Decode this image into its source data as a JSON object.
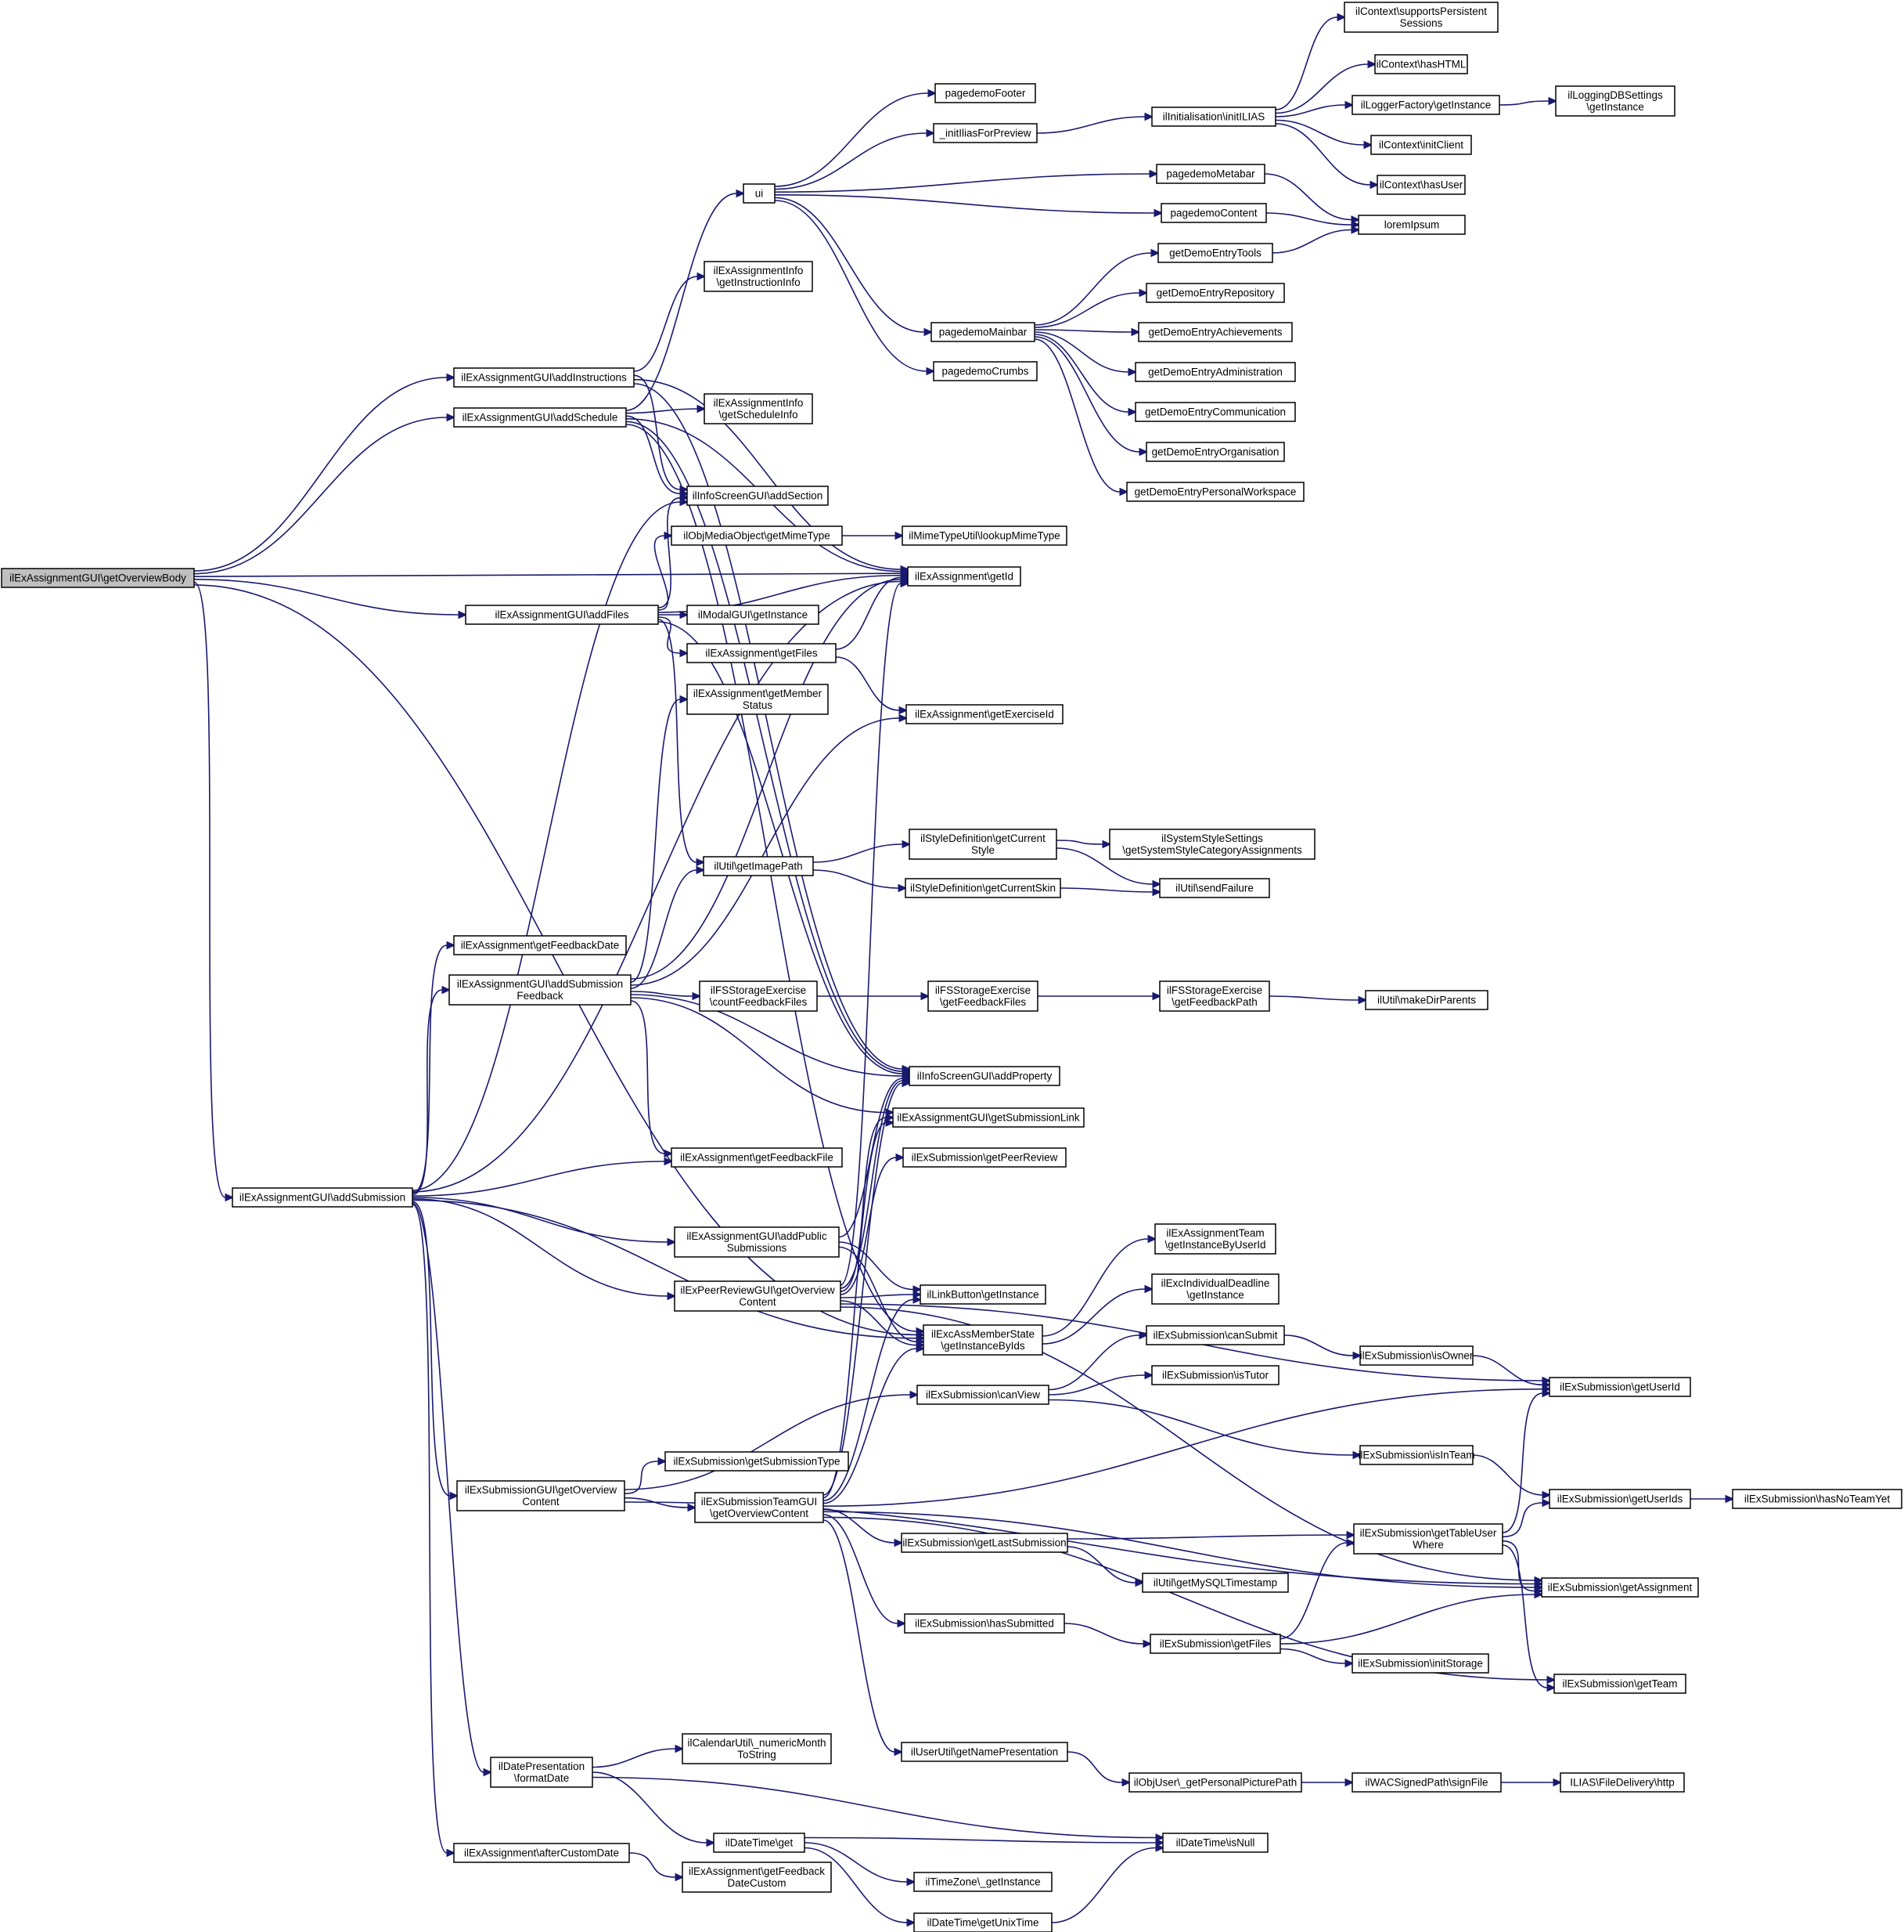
{
  "nodes": [
    {
      "id": "n0",
      "lines": [
        "ilExAssignmentGUI\\getOverviewBody"
      ]
    },
    {
      "id": "n1",
      "lines": [
        "ilExAssignmentGUI\\addFiles"
      ]
    },
    {
      "id": "n2",
      "lines": [
        "ilExAssignmentGUI\\addInstructions"
      ]
    },
    {
      "id": "n3",
      "lines": [
        "ilExAssignmentGUI\\addSchedule"
      ]
    },
    {
      "id": "n4",
      "lines": [
        "ilExAssignmentGUI\\addSubmission"
      ]
    },
    {
      "id": "n5",
      "lines": [
        "ilExAssignment\\getId"
      ]
    },
    {
      "id": "n6",
      "lines": [
        "ilExcAssMemberState",
        "\\getInstanceByIds"
      ]
    },
    {
      "id": "n7",
      "lines": [
        "ilInfoScreenGUI\\addProperty"
      ]
    },
    {
      "id": "n8",
      "lines": [
        "ilInfoScreenGUI\\addSection"
      ]
    },
    {
      "id": "n9",
      "lines": [
        "ilExAssignment\\getFiles"
      ]
    },
    {
      "id": "n10",
      "lines": [
        "ilExAssignment\\getExerciseId"
      ]
    },
    {
      "id": "n11",
      "lines": [
        "ilUtil\\getImagePath"
      ]
    },
    {
      "id": "n12",
      "lines": [
        "ilStyleDefinition\\getCurrent",
        "Style"
      ]
    },
    {
      "id": "n13",
      "lines": [
        "ilStyleDefinition\\getCurrentSkin"
      ]
    },
    {
      "id": "n14",
      "lines": [
        "ilSystemStyleSettings",
        "\\getSystemStyleCategoryAssignments"
      ]
    },
    {
      "id": "n15",
      "lines": [
        "ilUtil\\sendFailure"
      ]
    },
    {
      "id": "n16",
      "lines": [
        "ilModalGUI\\getInstance"
      ]
    },
    {
      "id": "n17",
      "lines": [
        "ilObjMediaObject\\getMimeType"
      ]
    },
    {
      "id": "n18",
      "lines": [
        "ilMimeTypeUtil\\lookupMimeType"
      ]
    },
    {
      "id": "n19",
      "lines": [
        "ui"
      ]
    },
    {
      "id": "n20",
      "lines": [
        "_initIliasForPreview"
      ]
    },
    {
      "id": "n21",
      "lines": [
        "ilInitialisation\\initILIAS"
      ]
    },
    {
      "id": "n22",
      "lines": [
        "ilContext\\supportsPersistent",
        "Sessions"
      ]
    },
    {
      "id": "n23",
      "lines": [
        "ilContext\\hasHTML"
      ]
    },
    {
      "id": "n24",
      "lines": [
        "ilLoggerFactory\\getInstance"
      ]
    },
    {
      "id": "n25",
      "lines": [
        "ilLoggingDBSettings",
        "\\getInstance"
      ]
    },
    {
      "id": "n26",
      "lines": [
        "ilContext\\initClient"
      ]
    },
    {
      "id": "n27",
      "lines": [
        "ilContext\\hasUser"
      ]
    },
    {
      "id": "n28",
      "lines": [
        "pagedemoContent"
      ]
    },
    {
      "id": "n29",
      "lines": [
        "loremIpsum"
      ]
    },
    {
      "id": "n30",
      "lines": [
        "pagedemoCrumbs"
      ]
    },
    {
      "id": "n31",
      "lines": [
        "pagedemoFooter"
      ]
    },
    {
      "id": "n32",
      "lines": [
        "pagedemoMainbar"
      ]
    },
    {
      "id": "n33",
      "lines": [
        "getDemoEntryAchievements"
      ]
    },
    {
      "id": "n34",
      "lines": [
        "getDemoEntryAdministration"
      ]
    },
    {
      "id": "n35",
      "lines": [
        "getDemoEntryCommunication"
      ]
    },
    {
      "id": "n36",
      "lines": [
        "getDemoEntryOrganisation"
      ]
    },
    {
      "id": "n37",
      "lines": [
        "getDemoEntryPersonalWorkspace"
      ]
    },
    {
      "id": "n38",
      "lines": [
        "getDemoEntryRepository"
      ]
    },
    {
      "id": "n39",
      "lines": [
        "getDemoEntryTools"
      ]
    },
    {
      "id": "n40",
      "lines": [
        "pagedemoMetabar"
      ]
    },
    {
      "id": "n41",
      "lines": [
        "ilExAssignmentInfo",
        "\\getInstructionInfo"
      ]
    },
    {
      "id": "n42",
      "lines": [
        "ilExAssignmentInfo",
        "\\getScheduleInfo"
      ]
    },
    {
      "id": "n43",
      "lines": [
        "ilExAssignment\\getMember",
        "Status"
      ]
    },
    {
      "id": "n44",
      "lines": [
        "ilExAssignment\\getFeedbackDate"
      ]
    },
    {
      "id": "n45",
      "lines": [
        "ilExAssignmentGUI\\addSubmission",
        "Feedback"
      ]
    },
    {
      "id": "n46",
      "lines": [
        "ilFSStorageExercise",
        "\\countFeedbackFiles"
      ]
    },
    {
      "id": "n47",
      "lines": [
        "ilFSStorageExercise",
        "\\getFeedbackFiles"
      ]
    },
    {
      "id": "n48",
      "lines": [
        "ilFSStorageExercise",
        "\\getFeedbackPath"
      ]
    },
    {
      "id": "n49",
      "lines": [
        "ilUtil\\makeDirParents"
      ]
    },
    {
      "id": "n50",
      "lines": [
        "ilExAssignmentGUI\\getSubmissionLink"
      ]
    },
    {
      "id": "n51",
      "lines": [
        "ilExAssignment\\getFeedbackFile"
      ]
    },
    {
      "id": "n52",
      "lines": [
        "ilExSubmission\\getPeerReview"
      ]
    },
    {
      "id": "n53",
      "lines": [
        "ilExAssignmentGUI\\addPublic",
        "Submissions"
      ]
    },
    {
      "id": "n54",
      "lines": [
        "ilLinkButton\\getInstance"
      ]
    },
    {
      "id": "n55",
      "lines": [
        "ilExAssignmentTeam",
        "\\getInstanceByUserId"
      ]
    },
    {
      "id": "n56",
      "lines": [
        "ilExcIndividualDeadline",
        "\\getInstance"
      ]
    },
    {
      "id": "n57",
      "lines": [
        "ilExPeerReviewGUI\\getOverview",
        "Content"
      ]
    },
    {
      "id": "n58",
      "lines": [
        "ilExSubmission\\getUserId"
      ]
    },
    {
      "id": "n59",
      "lines": [
        "ilExSubmission\\getAssignment"
      ]
    },
    {
      "id": "n60",
      "lines": [
        "ilExSubmission\\canView"
      ]
    },
    {
      "id": "n61",
      "lines": [
        "ilExSubmission\\canSubmit"
      ]
    },
    {
      "id": "n62",
      "lines": [
        "ilExSubmission\\isOwner"
      ]
    },
    {
      "id": "n63",
      "lines": [
        "ilExSubmission\\isTutor"
      ]
    },
    {
      "id": "n64",
      "lines": [
        "ilExSubmission\\isInTeam"
      ]
    },
    {
      "id": "n65",
      "lines": [
        "ilExSubmission\\getUserIds"
      ]
    },
    {
      "id": "n66",
      "lines": [
        "ilExSubmission\\hasNoTeamYet"
      ]
    },
    {
      "id": "n67",
      "lines": [
        "ilExSubmissionGUI\\getOverview",
        "Content"
      ]
    },
    {
      "id": "n68",
      "lines": [
        "ilExSubmission\\getSubmissionType"
      ]
    },
    {
      "id": "n69",
      "lines": [
        "ilExSubmissionTeamGUI",
        "\\getOverviewContent"
      ]
    },
    {
      "id": "n70",
      "lines": [
        "ilExSubmission\\getLastSubmission"
      ]
    },
    {
      "id": "n71",
      "lines": [
        "ilExSubmission\\getTableUser",
        "Where"
      ]
    },
    {
      "id": "n72",
      "lines": [
        "ilUtil\\getMySQLTimestamp"
      ]
    },
    {
      "id": "n73",
      "lines": [
        "ilExSubmission\\getTeam"
      ]
    },
    {
      "id": "n74",
      "lines": [
        "ilExSubmission\\hasSubmitted"
      ]
    },
    {
      "id": "n75",
      "lines": [
        "ilExSubmission\\getFiles"
      ]
    },
    {
      "id": "n76",
      "lines": [
        "ilExSubmission\\initStorage"
      ]
    },
    {
      "id": "n77",
      "lines": [
        "ilUserUtil\\getNamePresentation"
      ]
    },
    {
      "id": "n78",
      "lines": [
        "ilObjUser\\_getPersonalPicturePath"
      ]
    },
    {
      "id": "n79",
      "lines": [
        "ilWACSignedPath\\signFile"
      ]
    },
    {
      "id": "n80",
      "lines": [
        "ILIAS\\FileDelivery\\http"
      ]
    },
    {
      "id": "n81",
      "lines": [
        "ilDatePresentation",
        "\\formatDate"
      ]
    },
    {
      "id": "n82",
      "lines": [
        "ilCalendarUtil\\_numericMonth",
        "ToString"
      ]
    },
    {
      "id": "n83",
      "lines": [
        "ilDateTime\\get"
      ]
    },
    {
      "id": "n84",
      "lines": [
        "ilDateTime\\isNull"
      ]
    },
    {
      "id": "n85",
      "lines": [
        "ilTimeZone\\_getInstance"
      ]
    },
    {
      "id": "n86",
      "lines": [
        "ilDateTime\\getUnixTime"
      ]
    },
    {
      "id": "n87",
      "lines": [
        "ilExAssignment\\afterCustomDate"
      ]
    },
    {
      "id": "n88",
      "lines": [
        "ilExAssignment\\getFeedback",
        "DateCustom"
      ]
    }
  ],
  "edges": [
    [
      "n0",
      "n1"
    ],
    [
      "n0",
      "n2"
    ],
    [
      "n0",
      "n3"
    ],
    [
      "n0",
      "n4"
    ],
    [
      "n0",
      "n5"
    ],
    [
      "n0",
      "n6"
    ],
    [
      "n1",
      "n5"
    ],
    [
      "n1",
      "n7"
    ],
    [
      "n1",
      "n8"
    ],
    [
      "n1",
      "n9"
    ],
    [
      "n1",
      "n11"
    ],
    [
      "n1",
      "n16"
    ],
    [
      "n1",
      "n17"
    ],
    [
      "n9",
      "n5"
    ],
    [
      "n9",
      "n10"
    ],
    [
      "n11",
      "n12"
    ],
    [
      "n11",
      "n13"
    ],
    [
      "n12",
      "n14"
    ],
    [
      "n12",
      "n15"
    ],
    [
      "n13",
      "n15"
    ],
    [
      "n17",
      "n18"
    ],
    [
      "n2",
      "n5"
    ],
    [
      "n2",
      "n7"
    ],
    [
      "n2",
      "n8"
    ],
    [
      "n2",
      "n41"
    ],
    [
      "n3",
      "n5"
    ],
    [
      "n3",
      "n6"
    ],
    [
      "n3",
      "n7"
    ],
    [
      "n3",
      "n8"
    ],
    [
      "n3",
      "n19"
    ],
    [
      "n3",
      "n42"
    ],
    [
      "n19",
      "n20"
    ],
    [
      "n19",
      "n28"
    ],
    [
      "n19",
      "n30"
    ],
    [
      "n19",
      "n31"
    ],
    [
      "n19",
      "n32"
    ],
    [
      "n19",
      "n40"
    ],
    [
      "n20",
      "n21"
    ],
    [
      "n21",
      "n22"
    ],
    [
      "n21",
      "n23"
    ],
    [
      "n21",
      "n24"
    ],
    [
      "n21",
      "n26"
    ],
    [
      "n21",
      "n27"
    ],
    [
      "n24",
      "n25"
    ],
    [
      "n28",
      "n29"
    ],
    [
      "n40",
      "n29"
    ],
    [
      "n39",
      "n29"
    ],
    [
      "n32",
      "n33"
    ],
    [
      "n32",
      "n34"
    ],
    [
      "n32",
      "n35"
    ],
    [
      "n32",
      "n36"
    ],
    [
      "n32",
      "n37"
    ],
    [
      "n32",
      "n38"
    ],
    [
      "n32",
      "n39"
    ],
    [
      "n4",
      "n5"
    ],
    [
      "n4",
      "n6"
    ],
    [
      "n4",
      "n8"
    ],
    [
      "n4",
      "n44"
    ],
    [
      "n4",
      "n45"
    ],
    [
      "n4",
      "n51"
    ],
    [
      "n4",
      "n53"
    ],
    [
      "n4",
      "n57"
    ],
    [
      "n4",
      "n67"
    ],
    [
      "n4",
      "n81"
    ],
    [
      "n4",
      "n87"
    ],
    [
      "n45",
      "n5"
    ],
    [
      "n45",
      "n7"
    ],
    [
      "n45",
      "n10"
    ],
    [
      "n45",
      "n11"
    ],
    [
      "n45",
      "n43"
    ],
    [
      "n45",
      "n46"
    ],
    [
      "n45",
      "n50"
    ],
    [
      "n45",
      "n51"
    ],
    [
      "n46",
      "n47"
    ],
    [
      "n47",
      "n48"
    ],
    [
      "n48",
      "n49"
    ],
    [
      "n53",
      "n6"
    ],
    [
      "n53",
      "n7"
    ],
    [
      "n53",
      "n54"
    ],
    [
      "n57",
      "n5"
    ],
    [
      "n57",
      "n6"
    ],
    [
      "n57",
      "n7"
    ],
    [
      "n57",
      "n50"
    ],
    [
      "n57",
      "n52"
    ],
    [
      "n57",
      "n54"
    ],
    [
      "n57",
      "n58"
    ],
    [
      "n57",
      "n59"
    ],
    [
      "n6",
      "n55"
    ],
    [
      "n6",
      "n56"
    ],
    [
      "n60",
      "n61"
    ],
    [
      "n60",
      "n63"
    ],
    [
      "n60",
      "n64"
    ],
    [
      "n61",
      "n62"
    ],
    [
      "n62",
      "n58"
    ],
    [
      "n64",
      "n65"
    ],
    [
      "n65",
      "n66"
    ],
    [
      "n67",
      "n59"
    ],
    [
      "n67",
      "n60"
    ],
    [
      "n67",
      "n68"
    ],
    [
      "n67",
      "n69"
    ],
    [
      "n69",
      "n6"
    ],
    [
      "n69",
      "n7"
    ],
    [
      "n69",
      "n50"
    ],
    [
      "n69",
      "n54"
    ],
    [
      "n69",
      "n58"
    ],
    [
      "n69",
      "n59"
    ],
    [
      "n69",
      "n70"
    ],
    [
      "n69",
      "n73"
    ],
    [
      "n69",
      "n74"
    ],
    [
      "n69",
      "n77"
    ],
    [
      "n70",
      "n71"
    ],
    [
      "n70",
      "n72"
    ],
    [
      "n71",
      "n58"
    ],
    [
      "n71",
      "n59"
    ],
    [
      "n71",
      "n65"
    ],
    [
      "n71",
      "n73"
    ],
    [
      "n74",
      "n75"
    ],
    [
      "n75",
      "n59"
    ],
    [
      "n75",
      "n71"
    ],
    [
      "n75",
      "n76"
    ],
    [
      "n77",
      "n78"
    ],
    [
      "n78",
      "n79"
    ],
    [
      "n79",
      "n80"
    ],
    [
      "n81",
      "n82"
    ],
    [
      "n81",
      "n83"
    ],
    [
      "n81",
      "n84"
    ],
    [
      "n83",
      "n84"
    ],
    [
      "n83",
      "n85"
    ],
    [
      "n83",
      "n86"
    ],
    [
      "n86",
      "n84"
    ],
    [
      "n87",
      "n88"
    ]
  ],
  "colors": {
    "edge": "#191970",
    "node_border": "#000000",
    "root_fill": "#bfbfbf",
    "node_fill": "#ffffff"
  }
}
